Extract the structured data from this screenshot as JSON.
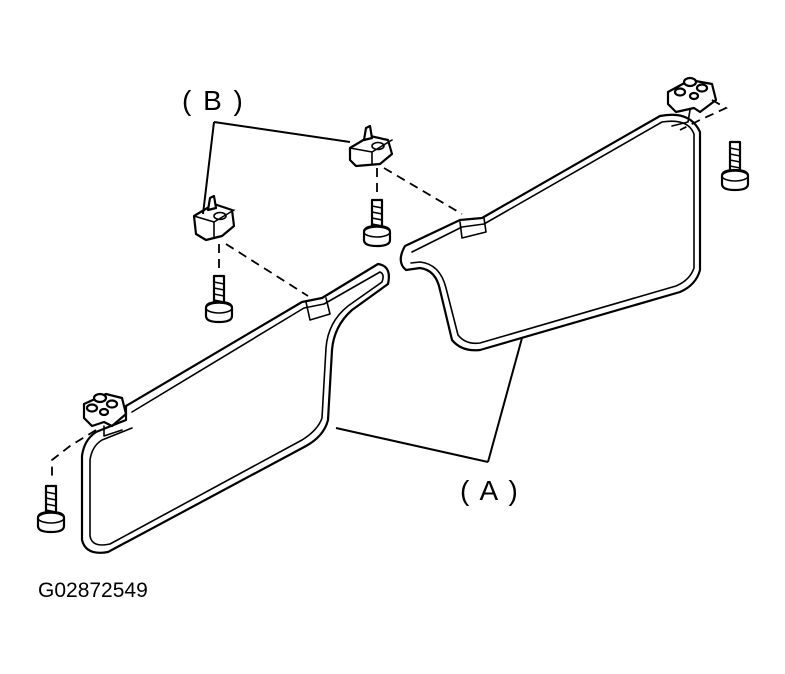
{
  "labels": {
    "sun_visor": "( A )",
    "holder": "( B )"
  },
  "figure_code": "G02872549"
}
